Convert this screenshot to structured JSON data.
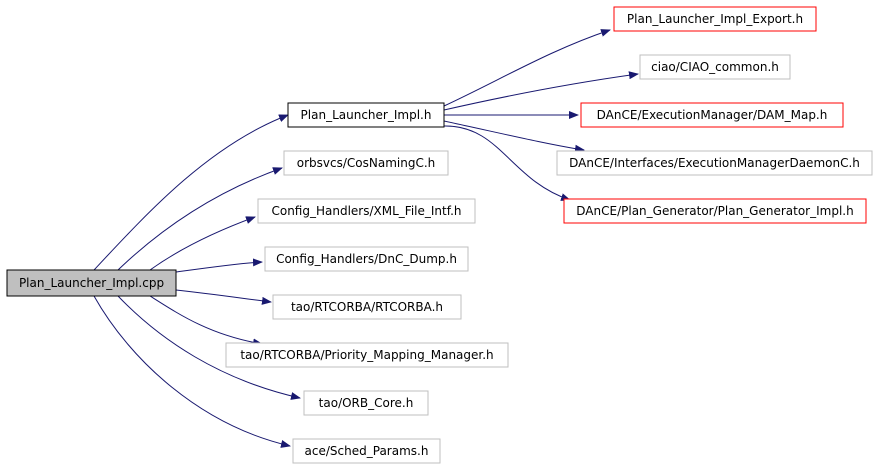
{
  "colors": {
    "edge": "#191970",
    "root_fill": "#bfbfbf",
    "root_stroke": "#000000",
    "linked_stroke": "#000000",
    "missing_stroke": "#bfbfbf",
    "error_stroke": "#ff0000"
  },
  "nodes": {
    "root": {
      "label": "Plan_Launcher_Impl.cpp",
      "kind": "root"
    },
    "impl_h": {
      "label": "Plan_Launcher_Impl.h",
      "kind": "linked"
    },
    "export_h": {
      "label": "Plan_Launcher_Impl_Export.h",
      "kind": "error"
    },
    "ciao_common": {
      "label": "ciao/CIAO_common.h",
      "kind": "missing"
    },
    "dam_map": {
      "label": "DAnCE/ExecutionManager/DAM_Map.h",
      "kind": "error"
    },
    "em_daemon": {
      "label": "DAnCE/Interfaces/ExecutionManagerDaemonC.h",
      "kind": "missing"
    },
    "plan_gen": {
      "label": "DAnCE/Plan_Generator/Plan_Generator_Impl.h",
      "kind": "error"
    },
    "cosnaming": {
      "label": "orbsvcs/CosNamingC.h",
      "kind": "missing"
    },
    "xml_file": {
      "label": "Config_Handlers/XML_File_Intf.h",
      "kind": "missing"
    },
    "dnc_dump": {
      "label": "Config_Handlers/DnC_Dump.h",
      "kind": "missing"
    },
    "rtcorba": {
      "label": "tao/RTCORBA/RTCORBA.h",
      "kind": "missing"
    },
    "prio_map": {
      "label": "tao/RTCORBA/Priority_Mapping_Manager.h",
      "kind": "missing"
    },
    "orb_core": {
      "label": "tao/ORB_Core.h",
      "kind": "missing"
    },
    "sched": {
      "label": "ace/Sched_Params.h",
      "kind": "missing"
    }
  },
  "edges": [
    {
      "from": "root",
      "to": "impl_h"
    },
    {
      "from": "root",
      "to": "cosnaming"
    },
    {
      "from": "root",
      "to": "xml_file"
    },
    {
      "from": "root",
      "to": "dnc_dump"
    },
    {
      "from": "root",
      "to": "rtcorba"
    },
    {
      "from": "root",
      "to": "prio_map"
    },
    {
      "from": "root",
      "to": "orb_core"
    },
    {
      "from": "root",
      "to": "sched"
    },
    {
      "from": "impl_h",
      "to": "export_h"
    },
    {
      "from": "impl_h",
      "to": "ciao_common"
    },
    {
      "from": "impl_h",
      "to": "dam_map"
    },
    {
      "from": "impl_h",
      "to": "em_daemon"
    },
    {
      "from": "impl_h",
      "to": "plan_gen"
    }
  ]
}
